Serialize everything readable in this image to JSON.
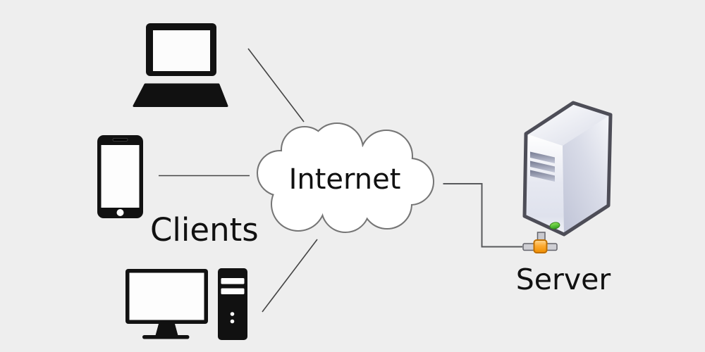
{
  "diagram": {
    "type": "client-server-network",
    "cloud": {
      "label": "Internet",
      "icon": "cloud-icon"
    },
    "clients": {
      "group_label": "Clients",
      "devices": [
        {
          "name": "laptop",
          "icon": "laptop-icon"
        },
        {
          "name": "smartphone",
          "icon": "smartphone-icon"
        },
        {
          "name": "desktop",
          "icon": "desktop-computer-icon"
        }
      ]
    },
    "server": {
      "label": "Server",
      "icon": "server-tower-icon"
    },
    "connections": [
      {
        "from": "laptop",
        "to": "internet"
      },
      {
        "from": "smartphone",
        "to": "internet"
      },
      {
        "from": "desktop",
        "to": "internet"
      },
      {
        "from": "internet",
        "to": "server"
      }
    ],
    "colors": {
      "background": "#eeeeee",
      "icon": "#111111",
      "line": "#444444",
      "cloud_fill": "#ffffff",
      "cloud_stroke": "#757575",
      "text": "#111111",
      "server_outline": "#4d4d57",
      "server_body_light": "#f7f8fb",
      "server_body_shade": "#bfc3d6",
      "server_slot": "#8a8fa6",
      "server_led_green": "#3dbb20",
      "server_connector_orange": "#f59b00",
      "server_cable_gray": "#cfcfd4"
    }
  }
}
